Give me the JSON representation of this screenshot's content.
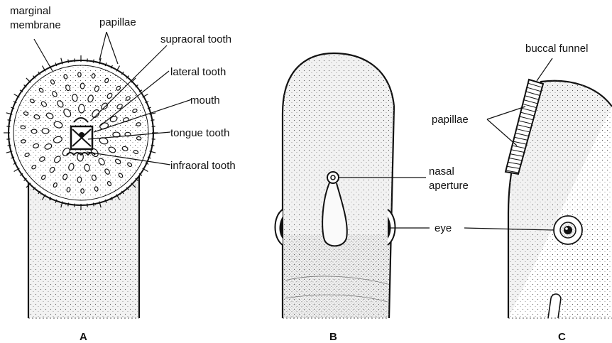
{
  "colors": {
    "ink": "#111111",
    "paper": "#ffffff",
    "skin": "#f2f2f2"
  },
  "panels": {
    "a": {
      "name": "A",
      "labels": {
        "marginal_membrane_1": "marginal",
        "marginal_membrane_2": "membrane",
        "papillae": "papillae",
        "supraoral_tooth": "supraoral tooth",
        "lateral_tooth": "lateral tooth",
        "mouth": "mouth",
        "tongue_tooth": "tongue tooth",
        "infraoral_tooth": "infraoral tooth"
      }
    },
    "b": {
      "name": "B",
      "labels": {
        "nasal_aperture_1": "nasal",
        "nasal_aperture_2": "aperture",
        "eye": "eye"
      }
    },
    "c": {
      "name": "C",
      "labels": {
        "buccal_funnel": "buccal funnel",
        "papillae": "papillae"
      }
    }
  }
}
